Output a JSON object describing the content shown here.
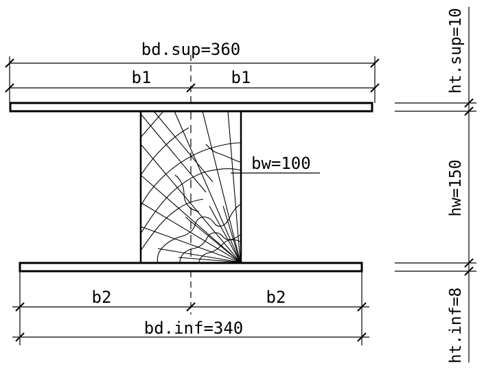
{
  "labels": {
    "bd_sup": "bd.sup=360",
    "b1_left": "b1",
    "b1_right": "b1",
    "bw": "bw=100",
    "b2_left": "b2",
    "b2_right": "b2",
    "bd_inf": "bd.inf=340",
    "ht_sup": "ht.sup=10",
    "hw": "hw=150",
    "ht_inf": "ht.inf=8"
  },
  "colors": {
    "line": "#000000",
    "background": "#ffffff"
  }
}
